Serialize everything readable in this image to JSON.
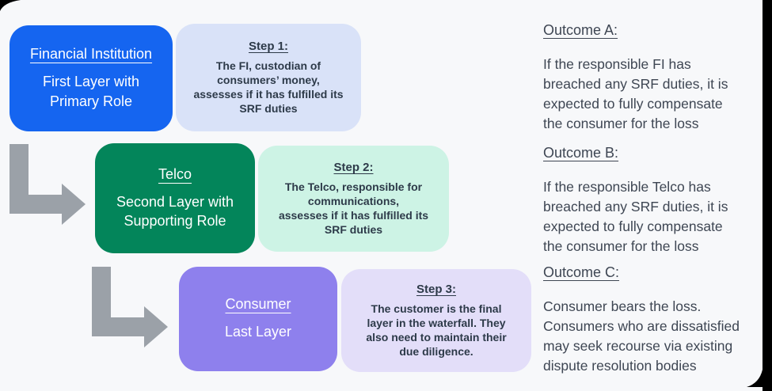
{
  "colors": {
    "background": "#f7f8fa",
    "fi_blue": "#1565f0",
    "telco_green": "#03855a",
    "consumer_purple": "#8e80ed",
    "step1_bg": "#d9e2f8",
    "step2_bg": "#cdf3e5",
    "step3_bg": "#e3def9",
    "arrow_gray": "#9ba1a8",
    "step_text": "#2d3a49",
    "outcome_text": "#3e4653",
    "frame_black": "#000000"
  },
  "flow": {
    "rows": [
      {
        "layer": {
          "title": "Financial Institution",
          "subtitle": "First Layer with\nPrimary Role"
        },
        "step": {
          "title": "Step 1:",
          "body": "The FI, custodian of\nconsumers’ money,\nassesses if it has fulfilled its\nSRF duties"
        }
      },
      {
        "layer": {
          "title": "Telco",
          "subtitle": "Second Layer with\nSupporting Role"
        },
        "step": {
          "title": "Step 2:",
          "body": "The Telco, responsible for\ncommunications,\nassesses if it has fulfilled its\nSRF duties"
        }
      },
      {
        "layer": {
          "title": "Consumer",
          "subtitle": "Last Layer"
        },
        "step": {
          "title": "Step 3:",
          "body": "The customer is the final\nlayer in the waterfall. They\nalso need to maintain their\ndue diligence."
        }
      }
    ],
    "arrow_icon": "elbow-right-arrow"
  },
  "outcomes": [
    {
      "title": "Outcome A:",
      "body": "If the responsible FI has\nbreached any SRF duties, it is\nexpected to fully compensate\nthe consumer for the loss"
    },
    {
      "title": "Outcome B:",
      "body": "If the responsible Telco has\nbreached any SRF duties, it is\nexpected to fully compensate\nthe consumer for the loss"
    },
    {
      "title": "Outcome C:",
      "body": "Consumer bears the loss.\nConsumers who are dissatisfied\nmay seek recourse via existing\ndispute resolution bodies"
    }
  ]
}
